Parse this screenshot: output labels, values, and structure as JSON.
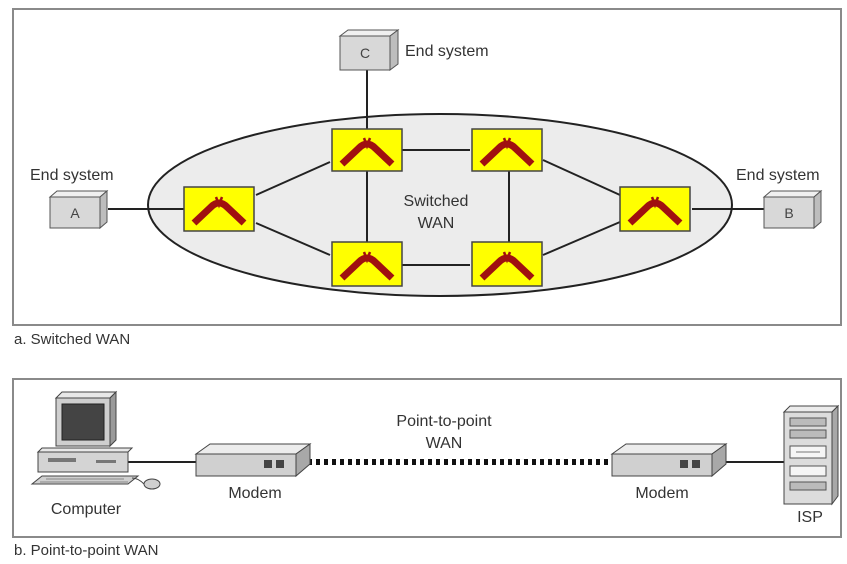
{
  "switched": {
    "caption": "a. Switched WAN",
    "center_label": [
      "Switched",
      "WAN"
    ],
    "end_system_label": "End system",
    "nodes": {
      "a": "A",
      "b": "B",
      "c": "C"
    }
  },
  "point_to_point": {
    "caption": "b. Point-to-point WAN",
    "center_label": [
      "Point-to-point",
      "WAN"
    ],
    "computer_label": "Computer",
    "modem_label": "Modem",
    "isp_label": "ISP"
  },
  "colors": {
    "switch_fill": "#ffff00",
    "switch_symbol": "#a01010",
    "ellipse_fill": "#ececec",
    "box_fill": "#d8d8d8"
  }
}
